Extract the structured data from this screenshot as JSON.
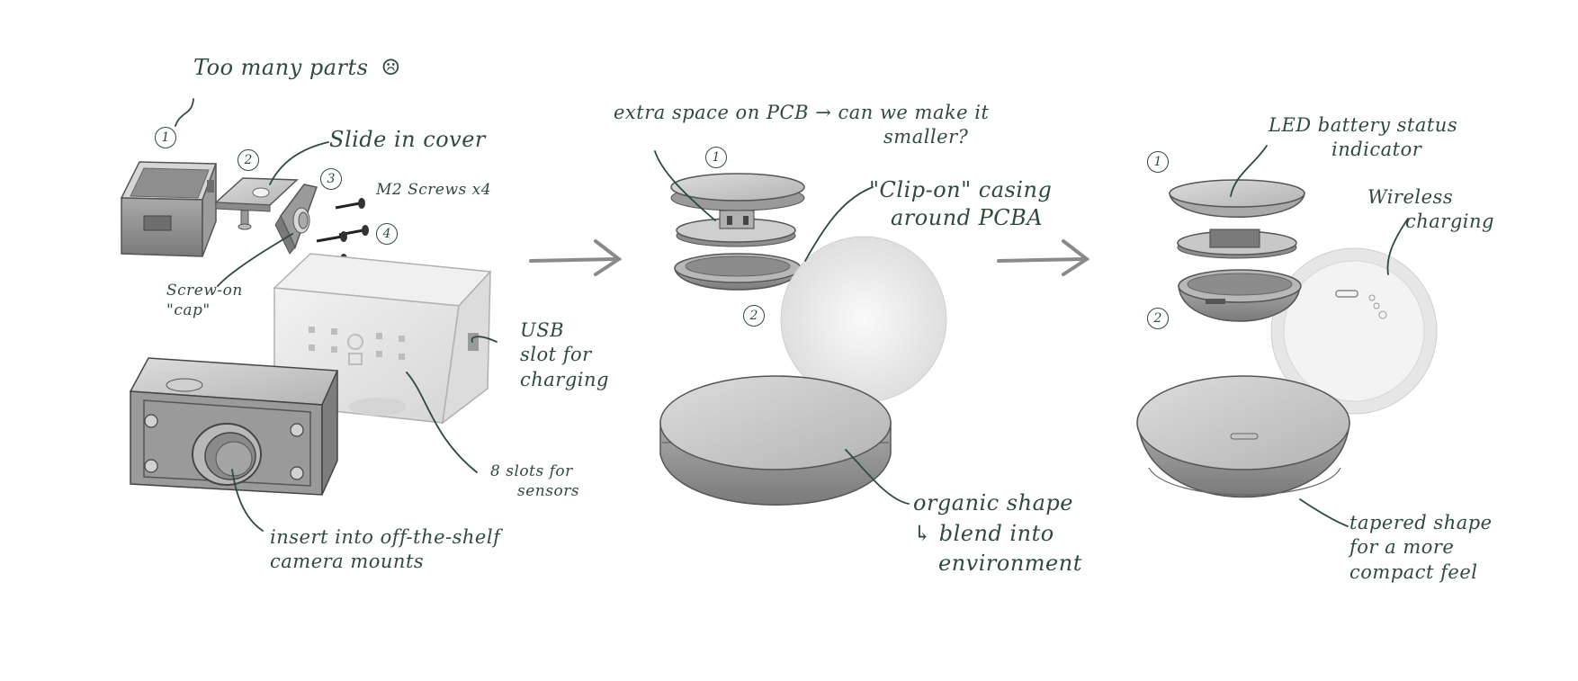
{
  "colors": {
    "ink": "#2f4a3c",
    "arrow": "#8a8a8a",
    "body_light": "#e4e4e4",
    "body_mid": "#c2c2c2",
    "body_dark": "#8e8e8e"
  },
  "panel1": {
    "title": "Too many parts",
    "frown_glyph": "☹",
    "numbers": [
      "1",
      "2",
      "3",
      "4"
    ],
    "slide_in_cover": "Slide in cover",
    "m2_screws": "M2 Screws x4",
    "screw_on_cap": [
      "Screw-on",
      "\"cap\""
    ],
    "usb_slot": [
      "USB",
      "slot for",
      "charging"
    ],
    "sensor_slots": [
      "8 slots for",
      "sensors"
    ],
    "camera_mount": [
      "insert into off-the-shelf",
      "camera mounts"
    ]
  },
  "panel2": {
    "numbers": [
      "1",
      "2"
    ],
    "extra_space": [
      "extra space on PCB → can we make it",
      "smaller?"
    ],
    "clip_on": [
      "\"Clip-on\" casing",
      "around PCBA"
    ],
    "organic": [
      "organic shape",
      "↳ blend into",
      "environment"
    ]
  },
  "panel3": {
    "numbers": [
      "1",
      "2"
    ],
    "led": [
      "LED battery status",
      "indicator"
    ],
    "wireless": [
      "Wireless",
      "charging"
    ],
    "tapered": [
      "tapered shape",
      "for a more",
      "compact feel"
    ]
  }
}
